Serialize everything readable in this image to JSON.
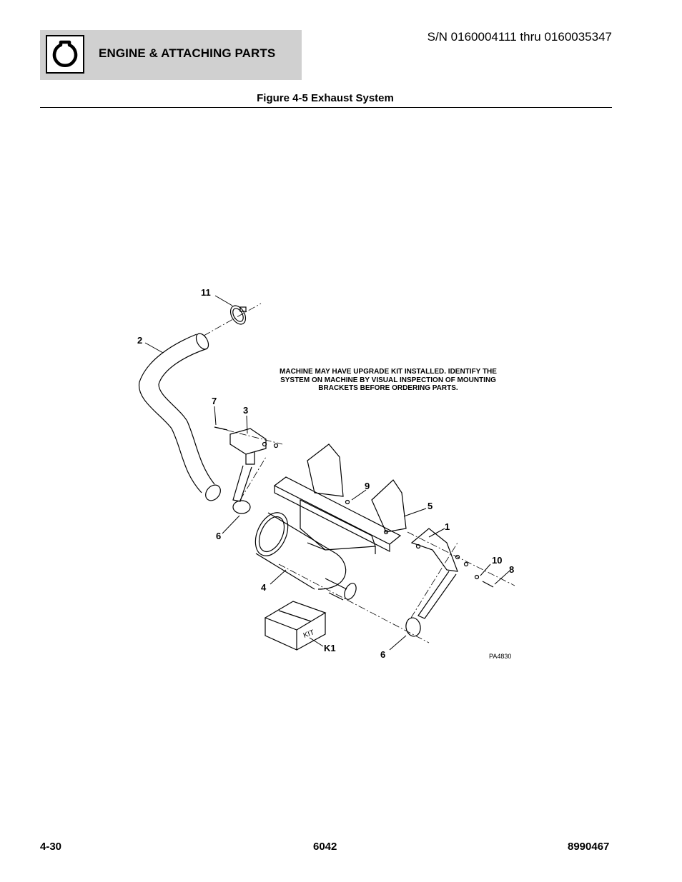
{
  "header": {
    "section_title": "ENGINE & ATTACHING PARTS",
    "serial_range": "S/N 0160004111 thru 0160035347",
    "icon": "engine-icon"
  },
  "figure": {
    "title": "Figure 4-5 Exhaust System",
    "note": "MACHINE MAY HAVE UPGRADE KIT INSTALLED. IDENTIFY THE SYSTEM ON MACHINE BY VISUAL INSPECTION OF MOUNTING BRACKETS BEFORE ORDERING PARTS.",
    "reference_code": "PA4830",
    "kit_box_label": "KIT",
    "callouts": {
      "c11": "11",
      "c2": "2",
      "c7": "7",
      "c3": "3",
      "c9": "9",
      "c5": "5",
      "c1": "1",
      "c6a": "6",
      "c10": "10",
      "c8": "8",
      "c4": "4",
      "ck1": "K1",
      "c6b": "6"
    }
  },
  "footer": {
    "page_number": "4-30",
    "model": "6042",
    "manual_number": "8990467"
  }
}
